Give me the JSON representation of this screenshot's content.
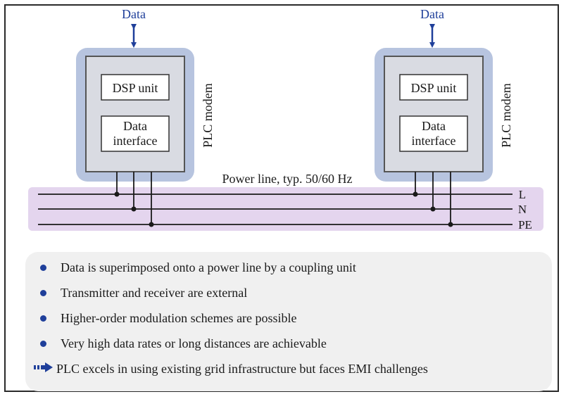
{
  "diagram": {
    "modem_left": {
      "data_label": "Data",
      "dsp_label": "DSP unit",
      "interface_line1": "Data",
      "interface_line2": "interface",
      "modem_label": "PLC modem"
    },
    "modem_right": {
      "data_label": "Data",
      "dsp_label": "DSP unit",
      "interface_line1": "Data",
      "interface_line2": "interface",
      "modem_label": "PLC modem"
    },
    "power_line_label": "Power line, typ. 50/60 Hz",
    "line_labels": [
      "L",
      "N",
      "PE"
    ]
  },
  "bullets": [
    "Data is superimposed onto a power line by a coupling unit",
    "Transmitter and receiver are external",
    "Higher-order modulation schemes are possible",
    "Very high data rates or long distances are achievable"
  ],
  "conclusion": "PLC excels in using existing grid infrastructure but faces EMI challenges",
  "colors": {
    "accent_blue": "#1f3f9a",
    "modem_halo": "#b7c4df",
    "modem_body": "#d9dbe2",
    "power_band": "#e4d5ee",
    "bullet_panel": "#f0f0f0"
  }
}
